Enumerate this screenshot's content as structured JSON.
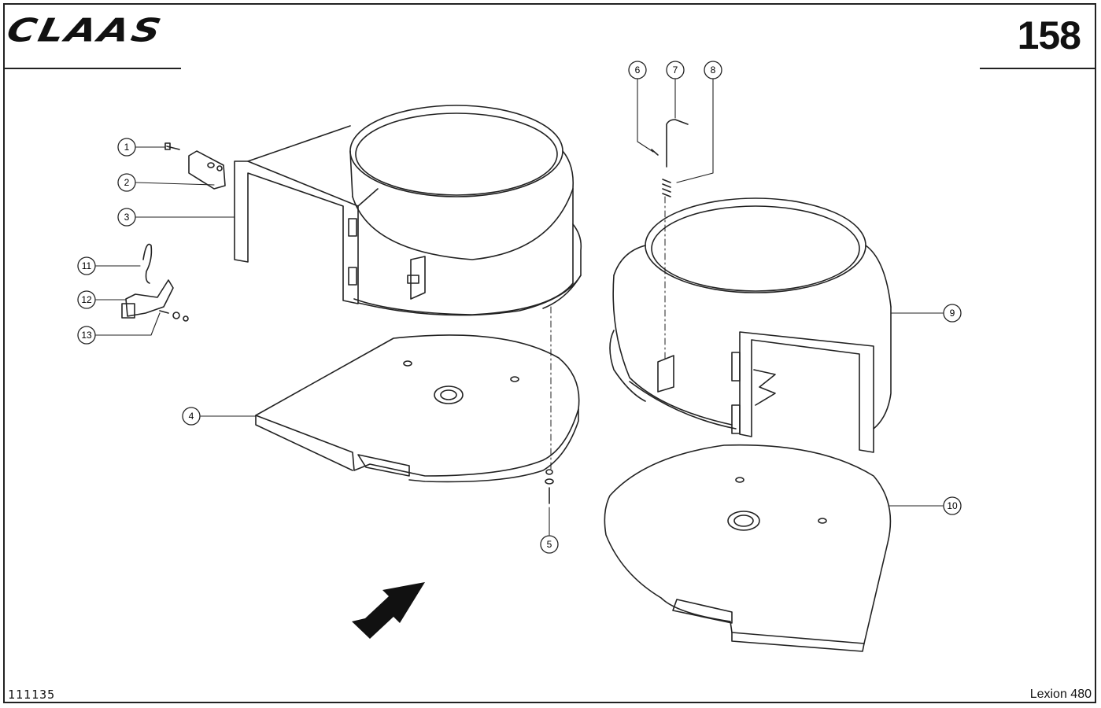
{
  "header": {
    "brand": "CLAAS",
    "page_number": "158"
  },
  "footer": {
    "document_id": "111135",
    "model": "Lexion 480"
  },
  "callouts": [
    "1",
    "2",
    "3",
    "4",
    "5",
    "6",
    "7",
    "8",
    "9",
    "10",
    "11",
    "12",
    "13"
  ]
}
